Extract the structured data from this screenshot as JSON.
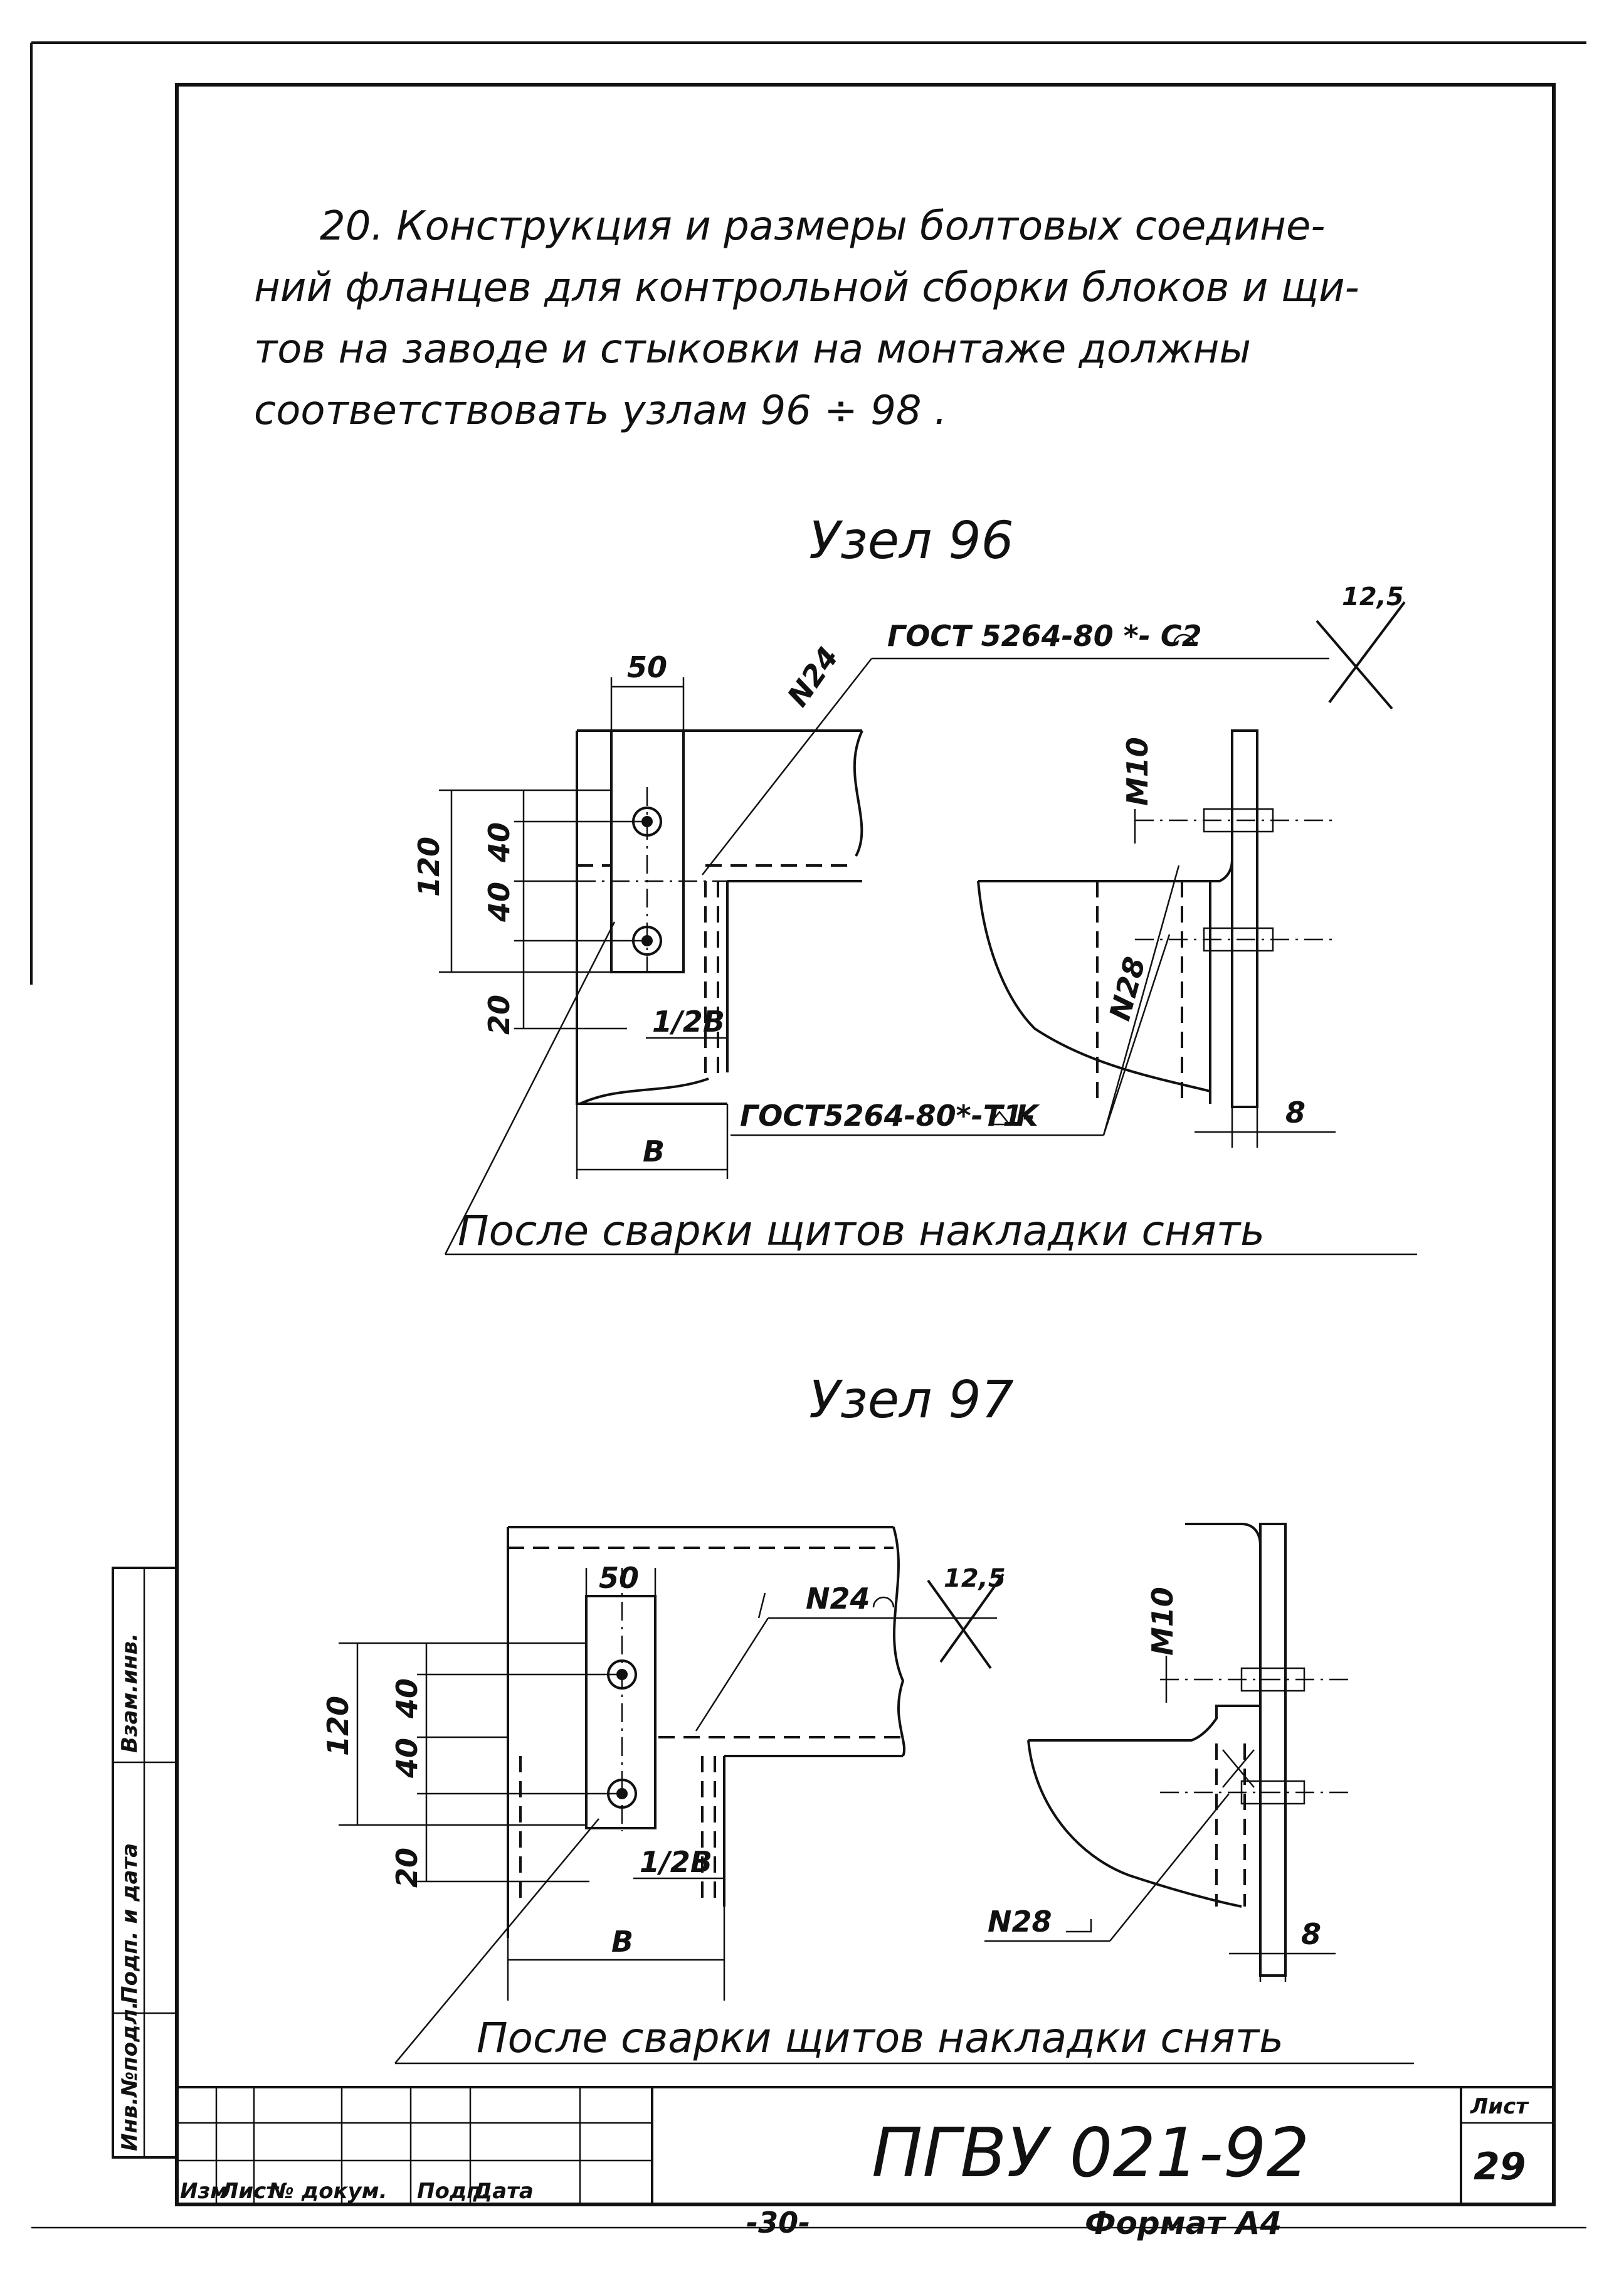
{
  "paragraph": {
    "line1": "20. Конструкция и размеры болтовых соедине-",
    "line2": "ний фланцев для контрольной сборки блоков и щи-",
    "line3": "тов на заводе и стыковки на монтаже должны",
    "line4": "соответствовать узлам 96 ÷ 98 ."
  },
  "node96": {
    "title": "Узел 96",
    "dim_50": "50",
    "dim_120": "120",
    "dim_40a": "40",
    "dim_40b": "40",
    "dim_20": "20",
    "dim_half_b": "1/2B",
    "dim_b": "B",
    "dim_m10": "M10",
    "dim_8": "8",
    "ref_n24": "N24",
    "ref_n28": "N28",
    "weld_top": "ГОСТ 5264-80 *- С2",
    "roughness": "12,5",
    "weld_bottom": "ГОСТ5264-80*-Т1-",
    "weld_bottom_k": "K",
    "note": "После сварки щитов накладки снять"
  },
  "node97": {
    "title": "Узел 97",
    "dim_50": "50",
    "dim_120": "120",
    "dim_40a": "40",
    "dim_40b": "40",
    "dim_20": "20",
    "dim_half_b": "1/2B",
    "dim_b": "B",
    "dim_m10": "M10",
    "dim_8": "8",
    "ref_n24": "N24",
    "ref_n28": "N28",
    "roughness": "12,5",
    "note": "После сварки щитов накладки снять"
  },
  "side_stamp": {
    "inv_podl": "Инв.№подл.",
    "podp_data": "Подп. и дата",
    "vzam_inv": "Взам.инв."
  },
  "title_block": {
    "izm": "Изм",
    "list": "Лист",
    "doc_no": "№ докум.",
    "podp": "Подп.",
    "data": "Дата",
    "code": "ПГВУ 021-92",
    "sheet_label": "Лист",
    "sheet_no": "29"
  },
  "footer": {
    "page": "-30-",
    "format": "Формат А4"
  }
}
